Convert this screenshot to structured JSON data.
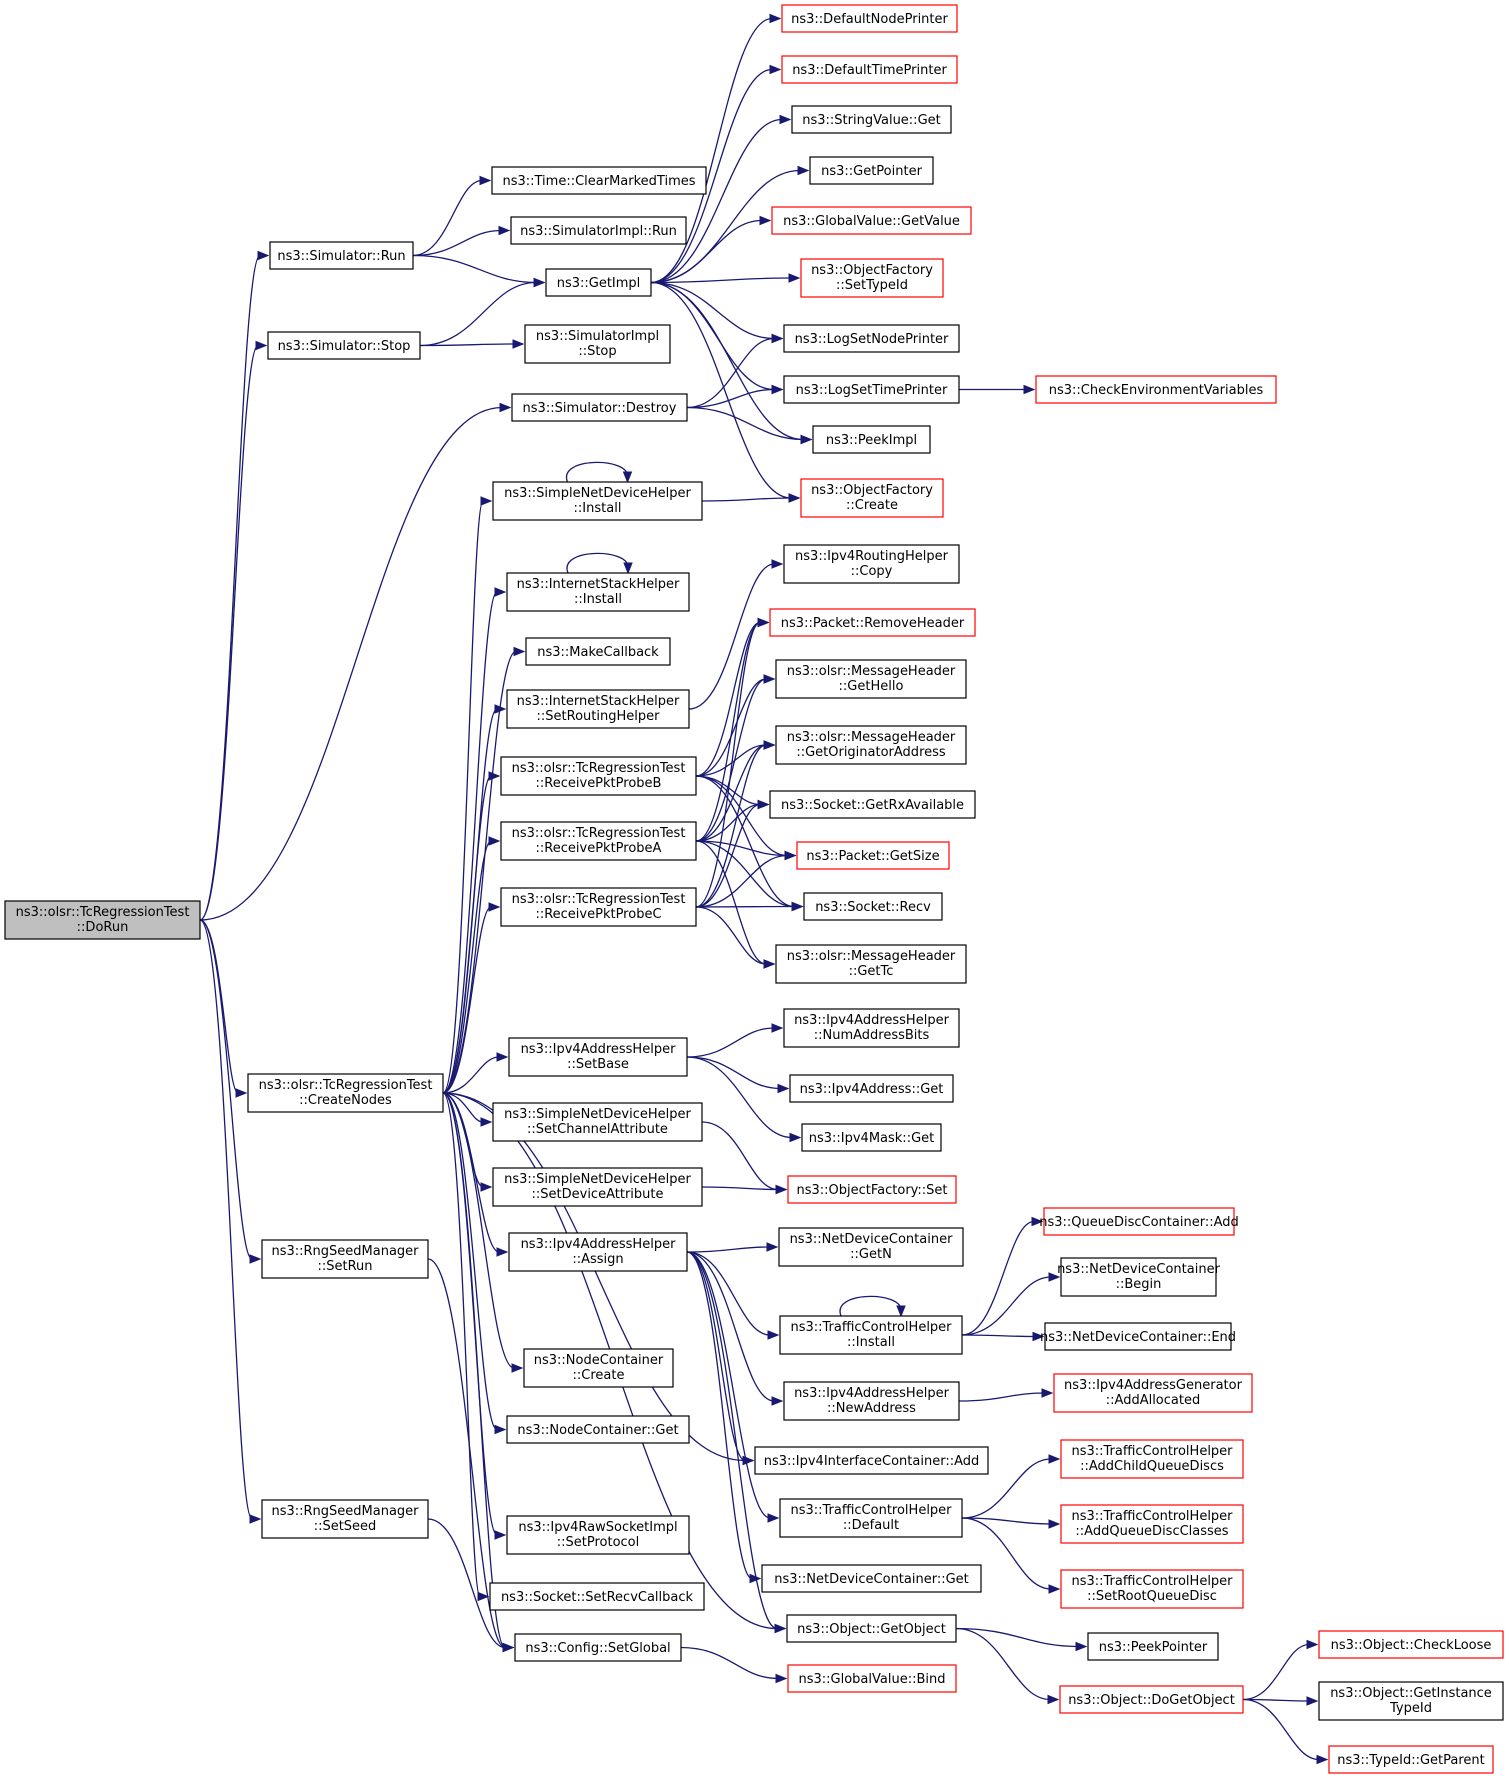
{
  "diagram": {
    "nodes": [
      {
        "id": "root",
        "lines": [
          "ns3::olsr::TcRegressionTest",
          "::DoRun"
        ],
        "style": "root"
      },
      {
        "id": "sim_run",
        "lines": [
          "ns3::Simulator::Run"
        ],
        "style": "black"
      },
      {
        "id": "sim_stop",
        "lines": [
          "ns3::Simulator::Stop"
        ],
        "style": "black"
      },
      {
        "id": "sim_destroy",
        "lines": [
          "ns3::Simulator::Destroy"
        ],
        "style": "black"
      },
      {
        "id": "create_nodes",
        "lines": [
          "ns3::olsr::TcRegressionTest",
          "::CreateNodes"
        ],
        "style": "black"
      },
      {
        "id": "rng_setrun",
        "lines": [
          "ns3::RngSeedManager",
          "::SetRun"
        ],
        "style": "black"
      },
      {
        "id": "rng_setseed",
        "lines": [
          "ns3::RngSeedManager",
          "::SetSeed"
        ],
        "style": "black"
      },
      {
        "id": "clear_marked",
        "lines": [
          "ns3::Time::ClearMarkedTimes"
        ],
        "style": "black"
      },
      {
        "id": "simimpl_run",
        "lines": [
          "ns3::SimulatorImpl::Run"
        ],
        "style": "black"
      },
      {
        "id": "getimpl",
        "lines": [
          "ns3::GetImpl"
        ],
        "style": "black"
      },
      {
        "id": "simimpl_stop",
        "lines": [
          "ns3::SimulatorImpl",
          "::Stop"
        ],
        "style": "black"
      },
      {
        "id": "default_node_printer",
        "lines": [
          "ns3::DefaultNodePrinter"
        ],
        "style": "red"
      },
      {
        "id": "default_time_printer",
        "lines": [
          "ns3::DefaultTimePrinter"
        ],
        "style": "red"
      },
      {
        "id": "stringvalue_get",
        "lines": [
          "ns3::StringValue::Get"
        ],
        "style": "black"
      },
      {
        "id": "getpointer",
        "lines": [
          "ns3::GetPointer"
        ],
        "style": "black"
      },
      {
        "id": "globalvalue_getvalue",
        "lines": [
          "ns3::GlobalValue::GetValue"
        ],
        "style": "red"
      },
      {
        "id": "of_settypeid",
        "lines": [
          "ns3::ObjectFactory",
          "::SetTypeId"
        ],
        "style": "red"
      },
      {
        "id": "log_setnodeprinter",
        "lines": [
          "ns3::LogSetNodePrinter"
        ],
        "style": "black"
      },
      {
        "id": "log_settimeprinter",
        "lines": [
          "ns3::LogSetTimePrinter"
        ],
        "style": "black"
      },
      {
        "id": "check_env",
        "lines": [
          "ns3::CheckEnvironmentVariables"
        ],
        "style": "red"
      },
      {
        "id": "peekimpl",
        "lines": [
          "ns3::PeekImpl"
        ],
        "style": "black"
      },
      {
        "id": "of_create",
        "lines": [
          "ns3::ObjectFactory",
          "::Create"
        ],
        "style": "red"
      },
      {
        "id": "sndh_install",
        "lines": [
          "ns3::SimpleNetDeviceHelper",
          "::Install"
        ],
        "style": "black"
      },
      {
        "id": "ish_install",
        "lines": [
          "ns3::InternetStackHelper",
          "::Install"
        ],
        "style": "black"
      },
      {
        "id": "makecallback",
        "lines": [
          "ns3::MakeCallback"
        ],
        "style": "black"
      },
      {
        "id": "ish_setrouting",
        "lines": [
          "ns3::InternetStackHelper",
          "::SetRoutingHelper"
        ],
        "style": "black"
      },
      {
        "id": "recv_b",
        "lines": [
          "ns3::olsr::TcRegressionTest",
          "::ReceivePktProbeB"
        ],
        "style": "black"
      },
      {
        "id": "recv_a",
        "lines": [
          "ns3::olsr::TcRegressionTest",
          "::ReceivePktProbeA"
        ],
        "style": "black"
      },
      {
        "id": "recv_c",
        "lines": [
          "ns3::olsr::TcRegressionTest",
          "::ReceivePktProbeC"
        ],
        "style": "black"
      },
      {
        "id": "ipv4rh_copy",
        "lines": [
          "ns3::Ipv4RoutingHelper",
          "::Copy"
        ],
        "style": "black"
      },
      {
        "id": "packet_removeheader",
        "lines": [
          "ns3::Packet::RemoveHeader"
        ],
        "style": "red"
      },
      {
        "id": "mh_gethello",
        "lines": [
          "ns3::olsr::MessageHeader",
          "::GetHello"
        ],
        "style": "black"
      },
      {
        "id": "mh_getorig",
        "lines": [
          "ns3::olsr::MessageHeader",
          "::GetOriginatorAddress"
        ],
        "style": "black"
      },
      {
        "id": "socket_getrx",
        "lines": [
          "ns3::Socket::GetRxAvailable"
        ],
        "style": "black"
      },
      {
        "id": "packet_getsize",
        "lines": [
          "ns3::Packet::GetSize"
        ],
        "style": "red"
      },
      {
        "id": "socket_recv",
        "lines": [
          "ns3::Socket::Recv"
        ],
        "style": "black"
      },
      {
        "id": "mh_gettc",
        "lines": [
          "ns3::olsr::MessageHeader",
          "::GetTc"
        ],
        "style": "black"
      },
      {
        "id": "ipv4ah_setbase",
        "lines": [
          "ns3::Ipv4AddressHelper",
          "::SetBase"
        ],
        "style": "black"
      },
      {
        "id": "sndh_setchannel",
        "lines": [
          "ns3::SimpleNetDeviceHelper",
          "::SetChannelAttribute"
        ],
        "style": "black"
      },
      {
        "id": "sndh_setdevice",
        "lines": [
          "ns3::SimpleNetDeviceHelper",
          "::SetDeviceAttribute"
        ],
        "style": "black"
      },
      {
        "id": "ipv4ah_assign",
        "lines": [
          "ns3::Ipv4AddressHelper",
          "::Assign"
        ],
        "style": "black"
      },
      {
        "id": "nc_create",
        "lines": [
          "ns3::NodeContainer",
          "::Create"
        ],
        "style": "black"
      },
      {
        "id": "nc_get",
        "lines": [
          "ns3::NodeContainer::Get"
        ],
        "style": "black"
      },
      {
        "id": "rawsock_setproto",
        "lines": [
          "ns3::Ipv4RawSocketImpl",
          "::SetProtocol"
        ],
        "style": "black"
      },
      {
        "id": "socket_setrecvcb",
        "lines": [
          "ns3::Socket::SetRecvCallback"
        ],
        "style": "black"
      },
      {
        "id": "config_setglobal",
        "lines": [
          "ns3::Config::SetGlobal"
        ],
        "style": "black"
      },
      {
        "id": "ipv4ah_numbits",
        "lines": [
          "ns3::Ipv4AddressHelper",
          "::NumAddressBits"
        ],
        "style": "black"
      },
      {
        "id": "ipv4addr_get",
        "lines": [
          "ns3::Ipv4Address::Get"
        ],
        "style": "black"
      },
      {
        "id": "ipv4mask_get",
        "lines": [
          "ns3::Ipv4Mask::Get"
        ],
        "style": "black"
      },
      {
        "id": "of_set",
        "lines": [
          "ns3::ObjectFactory::Set"
        ],
        "style": "red"
      },
      {
        "id": "ndc_getn",
        "lines": [
          "ns3::NetDeviceContainer",
          "::GetN"
        ],
        "style": "black"
      },
      {
        "id": "tch_install",
        "lines": [
          "ns3::TrafficControlHelper",
          "::Install"
        ],
        "style": "black"
      },
      {
        "id": "ipv4ah_newaddr",
        "lines": [
          "ns3::Ipv4AddressHelper",
          "::NewAddress"
        ],
        "style": "black"
      },
      {
        "id": "ipv4ic_add",
        "lines": [
          "ns3::Ipv4InterfaceContainer::Add"
        ],
        "style": "black"
      },
      {
        "id": "tch_default",
        "lines": [
          "ns3::TrafficControlHelper",
          "::Default"
        ],
        "style": "black"
      },
      {
        "id": "ndc_get",
        "lines": [
          "ns3::NetDeviceContainer::Get"
        ],
        "style": "black"
      },
      {
        "id": "obj_getobject",
        "lines": [
          "ns3::Object::GetObject"
        ],
        "style": "black"
      },
      {
        "id": "globalvalue_bind",
        "lines": [
          "ns3::GlobalValue::Bind"
        ],
        "style": "red"
      },
      {
        "id": "qdc_add",
        "lines": [
          "ns3::QueueDiscContainer::Add"
        ],
        "style": "red"
      },
      {
        "id": "ndc_begin",
        "lines": [
          "ns3::NetDeviceContainer",
          "::Begin"
        ],
        "style": "black"
      },
      {
        "id": "ndc_end",
        "lines": [
          "ns3::NetDeviceContainer::End"
        ],
        "style": "black"
      },
      {
        "id": "ipv4ag_addalloc",
        "lines": [
          "ns3::Ipv4AddressGenerator",
          "::AddAllocated"
        ],
        "style": "red"
      },
      {
        "id": "tch_addchild",
        "lines": [
          "ns3::TrafficControlHelper",
          "::AddChildQueueDiscs"
        ],
        "style": "red"
      },
      {
        "id": "tch_addclasses",
        "lines": [
          "ns3::TrafficControlHelper",
          "::AddQueueDiscClasses"
        ],
        "style": "red"
      },
      {
        "id": "tch_setroot",
        "lines": [
          "ns3::TrafficControlHelper",
          "::SetRootQueueDisc"
        ],
        "style": "red"
      },
      {
        "id": "peekpointer",
        "lines": [
          "ns3::PeekPointer"
        ],
        "style": "black"
      },
      {
        "id": "obj_dogetobject",
        "lines": [
          "ns3::Object::DoGetObject"
        ],
        "style": "red"
      },
      {
        "id": "obj_checkloose",
        "lines": [
          "ns3::Object::CheckLoose"
        ],
        "style": "red"
      },
      {
        "id": "obj_getinstancetypeid",
        "lines": [
          "ns3::Object::GetInstance",
          "TypeId"
        ],
        "style": "black"
      },
      {
        "id": "typeid_getparent",
        "lines": [
          "ns3::TypeId::GetParent"
        ],
        "style": "red"
      }
    ]
  }
}
